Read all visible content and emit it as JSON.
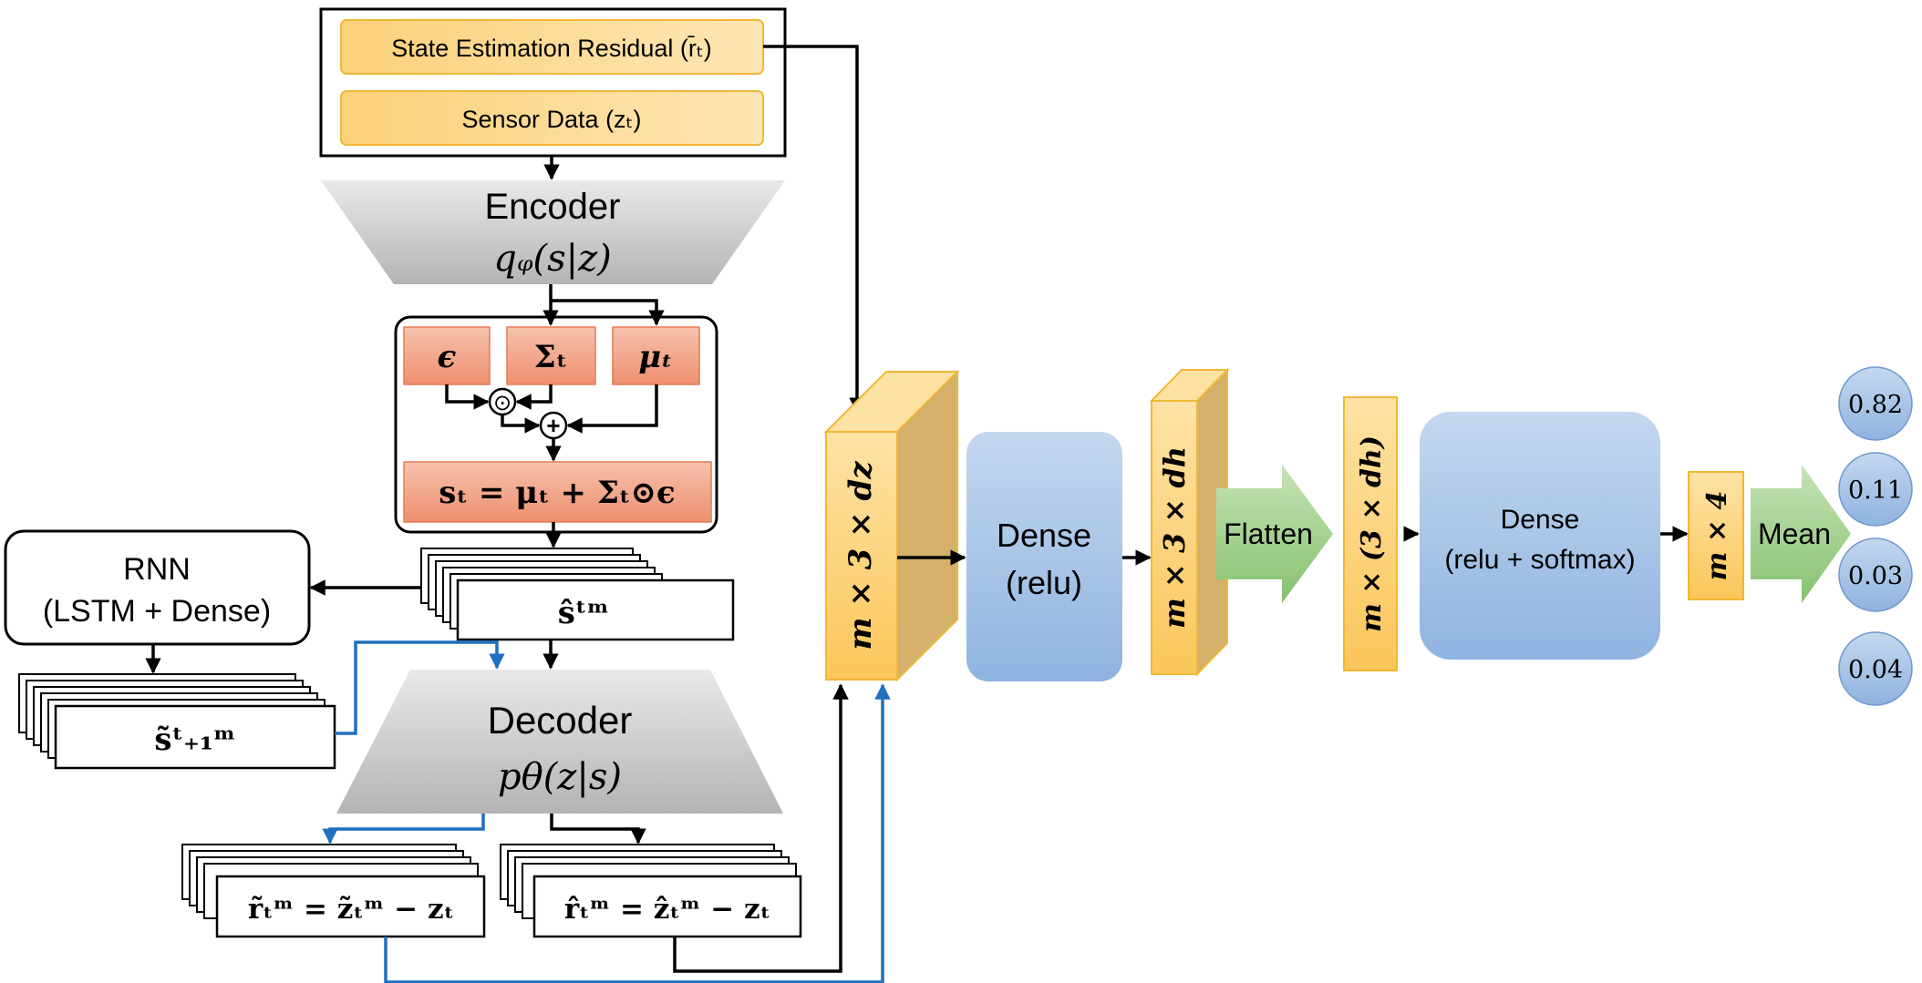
{
  "inputs": {
    "residual": "State Estimation Residual (r̄ₜ)",
    "sensor": "Sensor Data (zₜ)"
  },
  "encoder": {
    "title": "Encoder",
    "formula": "qᵩ(s|z)"
  },
  "reparam": {
    "epsilon": "ϵ",
    "sigma": "Σₜ",
    "mu": "μₜ",
    "hadamard_op": "⊙",
    "plus_op": "+",
    "equation": "sₜ = μₜ + Σₜ⊙ϵ"
  },
  "latent_stack": {
    "label": "ŝᵗᵐ"
  },
  "rnn": {
    "title": "RNN",
    "subtitle": "(LSTM + Dense)"
  },
  "predicted_stack": {
    "label": "s̃ᵗ₊₁ᵐ"
  },
  "decoder": {
    "title": "Decoder",
    "formula": "pθ(z|s)"
  },
  "residual_stacks": {
    "predicted": "r̃ₜᵐ = z̃ₜᵐ − zₜ",
    "estimated": "r̂ₜᵐ = ẑₜᵐ − zₜ"
  },
  "classifier": {
    "tensor_in": "m × 3 × dz",
    "dense1": {
      "title": "Dense",
      "subtitle": "(relu)"
    },
    "tensor_hidden": "m × 3 × dh",
    "flatten": "Flatten",
    "tensor_flat": "m × (3 × dh)",
    "dense2": {
      "title": "Dense",
      "subtitle": "(relu + softmax)"
    },
    "tensor_out": "m × 4",
    "mean": "Mean",
    "outputs": [
      "0.82",
      "0.11",
      "0.03",
      "0.04"
    ]
  },
  "colors": {
    "yellow_fill": "#fbd27a",
    "yellow_edge": "#f2b735",
    "salmon_fill": "#f2a98e",
    "blue_fill": "#a4c2e6",
    "green_fill": "#9fcf8e",
    "gray_fill": "#c4c4c4",
    "blue_arrow": "#1f6fbf"
  }
}
